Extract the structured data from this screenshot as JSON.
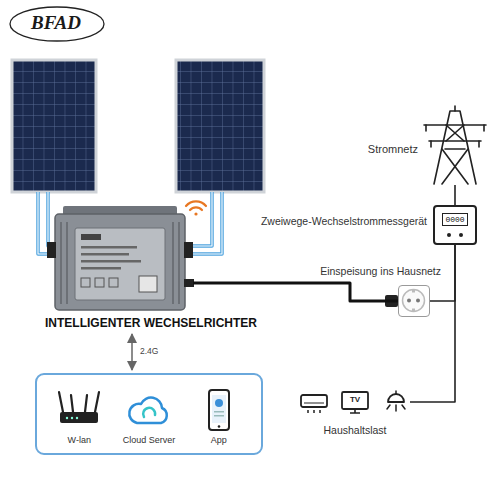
{
  "diagram": {
    "nodes": [
      {
        "text": [
          "Stromnetz"
        ]
      },
      {
        "text": [
          "Zweiwege-Wechselstrommessgerät",
          "0000"
        ]
      },
      {
        "text": [
          "Einspeisung ins Hausnetz"
        ]
      },
      {
        "text": [
          "INTELLIGENTER WECHSELRICHTER"
        ]
      },
      {
        "text": [
          "W-lan",
          "Cloud Server",
          "App"
        ]
      },
      {
        "text": [
          "TV",
          "Haushaltslast"
        ]
      }
    ],
    "edges": [
      {
        "from": 3,
        "to": 4,
        "label": "2.4G",
        "arrow": "both"
      },
      {
        "from": 3,
        "to": 2,
        "arrow": "none"
      },
      {
        "from": 0,
        "to": 1,
        "arrow": "none"
      },
      {
        "from": 1,
        "to": 5,
        "arrow": "none"
      },
      {
        "from": 2,
        "to": 1,
        "arrow": "none"
      }
    ],
    "labels": [
      "BFAD"
    ]
  }
}
